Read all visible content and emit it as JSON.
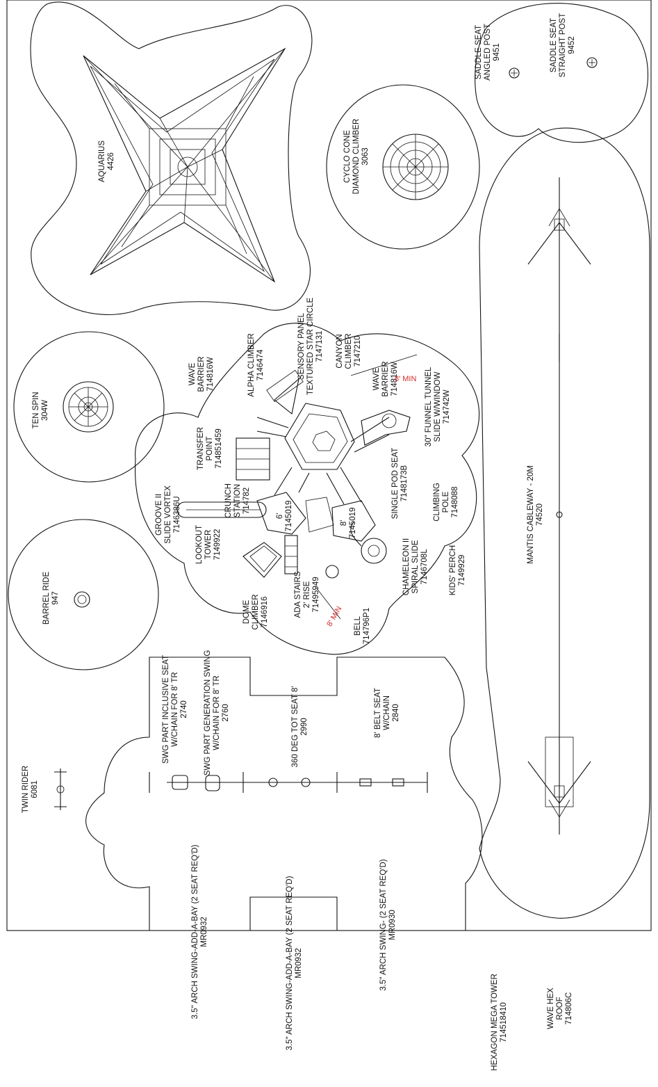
{
  "equipment": {
    "aquarius": [
      "AQUARIUS",
      "4426"
    ],
    "cyclo": [
      "CYCLO CONE",
      "DIAMOND CLIMBER",
      "3063"
    ],
    "saddle_angled": [
      "SADDLE SEAT",
      "ANGLED POST",
      "9451"
    ],
    "saddle_straight": [
      "SADDLE SEAT",
      "STRAIGHT POST",
      "9452"
    ],
    "ten_spin": [
      "TEN SPIN",
      "304W"
    ],
    "barrel": [
      "BARREL RIDE",
      "947"
    ],
    "twin_rider": [
      "TWIN RIDER",
      "6081"
    ],
    "mantis": [
      "MANTIS CABLEWAY - 20M",
      "74520"
    ],
    "alpha": [
      "ALPHA CLIMBER",
      "7146474"
    ],
    "sensory": [
      "SENSORY PANEL",
      "TEXTURED STAR CIRCLE",
      "7147131"
    ],
    "canyon": [
      "CANYON",
      "CLIMBER",
      "7147210"
    ],
    "wave_a": [
      "WAVE",
      "BARRIER",
      "714816W"
    ],
    "wave_b": [
      "WAVE",
      "BARRIER",
      "714816W"
    ],
    "funnel": [
      "30\" FUNNEL TUNNEL",
      "SLIDE W/WINDOW",
      "714742W"
    ],
    "transfer": [
      "TRANSFER",
      "POINT",
      "714851459"
    ],
    "crunch": [
      "CRUNCH",
      "STATION",
      "714782"
    ],
    "groove": [
      "GROOVE II",
      "SLIDE VORTEX",
      "7146386U"
    ],
    "lookout": [
      "LOOKOUT",
      "TOWER",
      "7149922"
    ],
    "dome": [
      "DOME",
      "CLIMBER",
      "7146916"
    ],
    "ada": [
      "ADA STAIRS",
      "2' RISE",
      "71495949"
    ],
    "bell": [
      "BELL",
      "714796P1"
    ],
    "single_pod": [
      "SINGLE POD SEAT",
      "7148173B"
    ],
    "chameleon": [
      "CHAMELEON II",
      "SPIRAL SLIDE",
      "7146708L"
    ],
    "climbing_pole": [
      "CLIMBING",
      "POLE",
      "7148088"
    ],
    "kids_perch": [
      "KIDS' PERCH",
      "7149929"
    ],
    "swg_inclusive": [
      "SWG PART INCLUSIVE SEAT",
      "W/CHAIN FOR 8' TR",
      "2740"
    ],
    "swg_generation": [
      "SWG PART GENERATION SWING",
      "W/CHAIN FOR 8' TR",
      "2760"
    ],
    "tot_seat": [
      "360 DEG TOT SEAT 8'",
      "2990"
    ],
    "belt_seat": [
      "8' BELT SEAT",
      "W/CHAIN",
      "2840"
    ],
    "arch_bay_1": [
      "3.5\" ARCH SWING-ADD-A-BAY (2 SEAT REQ'D)",
      "MR0932"
    ],
    "arch_bay_2": [
      "3.5\" ARCH SWING-ADD-A-BAY (2 SEAT REQ'D)",
      "MR0932"
    ],
    "arch_swing": [
      "3.5\" ARCH SWING- (2 SEAT REQ'D)",
      "MR0930"
    ],
    "hex_tower": [
      "HEXAGON MEGA TOWER",
      "714518410"
    ],
    "wave_hex": [
      "WAVE HEX",
      "ROOF",
      "714806C"
    ]
  },
  "deck_heights": {
    "h1": "6'",
    "h2": "8'",
    "deck1_id": "7145019",
    "deck2_id": "7145019"
  },
  "dimensions": {
    "min_clearance": "8' MIN",
    "small_clearance": "8' MIN"
  },
  "colors": {
    "line": "#111111",
    "dimension": "#d42a2a",
    "background": "#ffffff"
  }
}
